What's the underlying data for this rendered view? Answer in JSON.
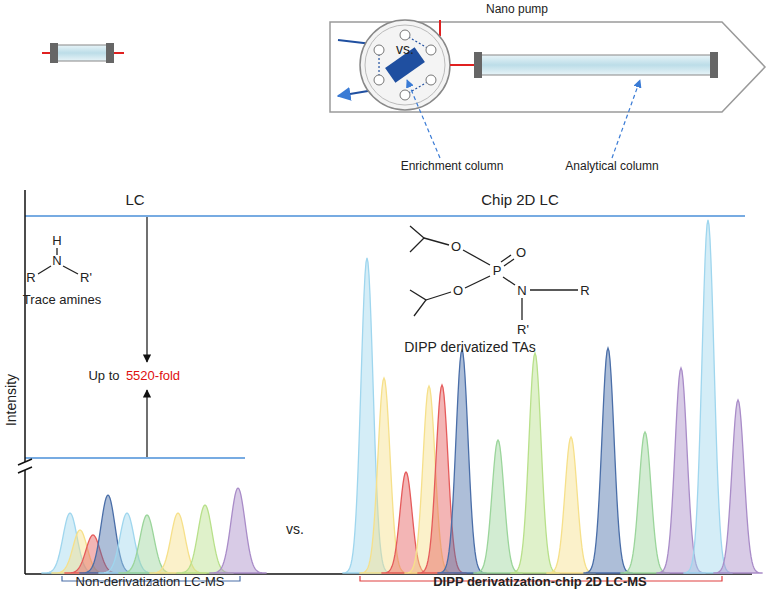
{
  "diagram": {
    "labels": [
      "Nano pump",
      "vs.",
      "Enrichment column",
      "Analytical column",
      "LC",
      "Chip 2D LC",
      "Intensity",
      "H",
      "N",
      "R",
      "R'",
      "Trace amines",
      "Up to",
      "5520-fold",
      "O",
      "O",
      "P",
      "O",
      "N",
      "R",
      "R'",
      "DIPP derivatized TAs",
      "vs.",
      "Non-derivatization LC-MS",
      "DIPP derivatization-chip 2D LC-MS"
    ]
  }
}
